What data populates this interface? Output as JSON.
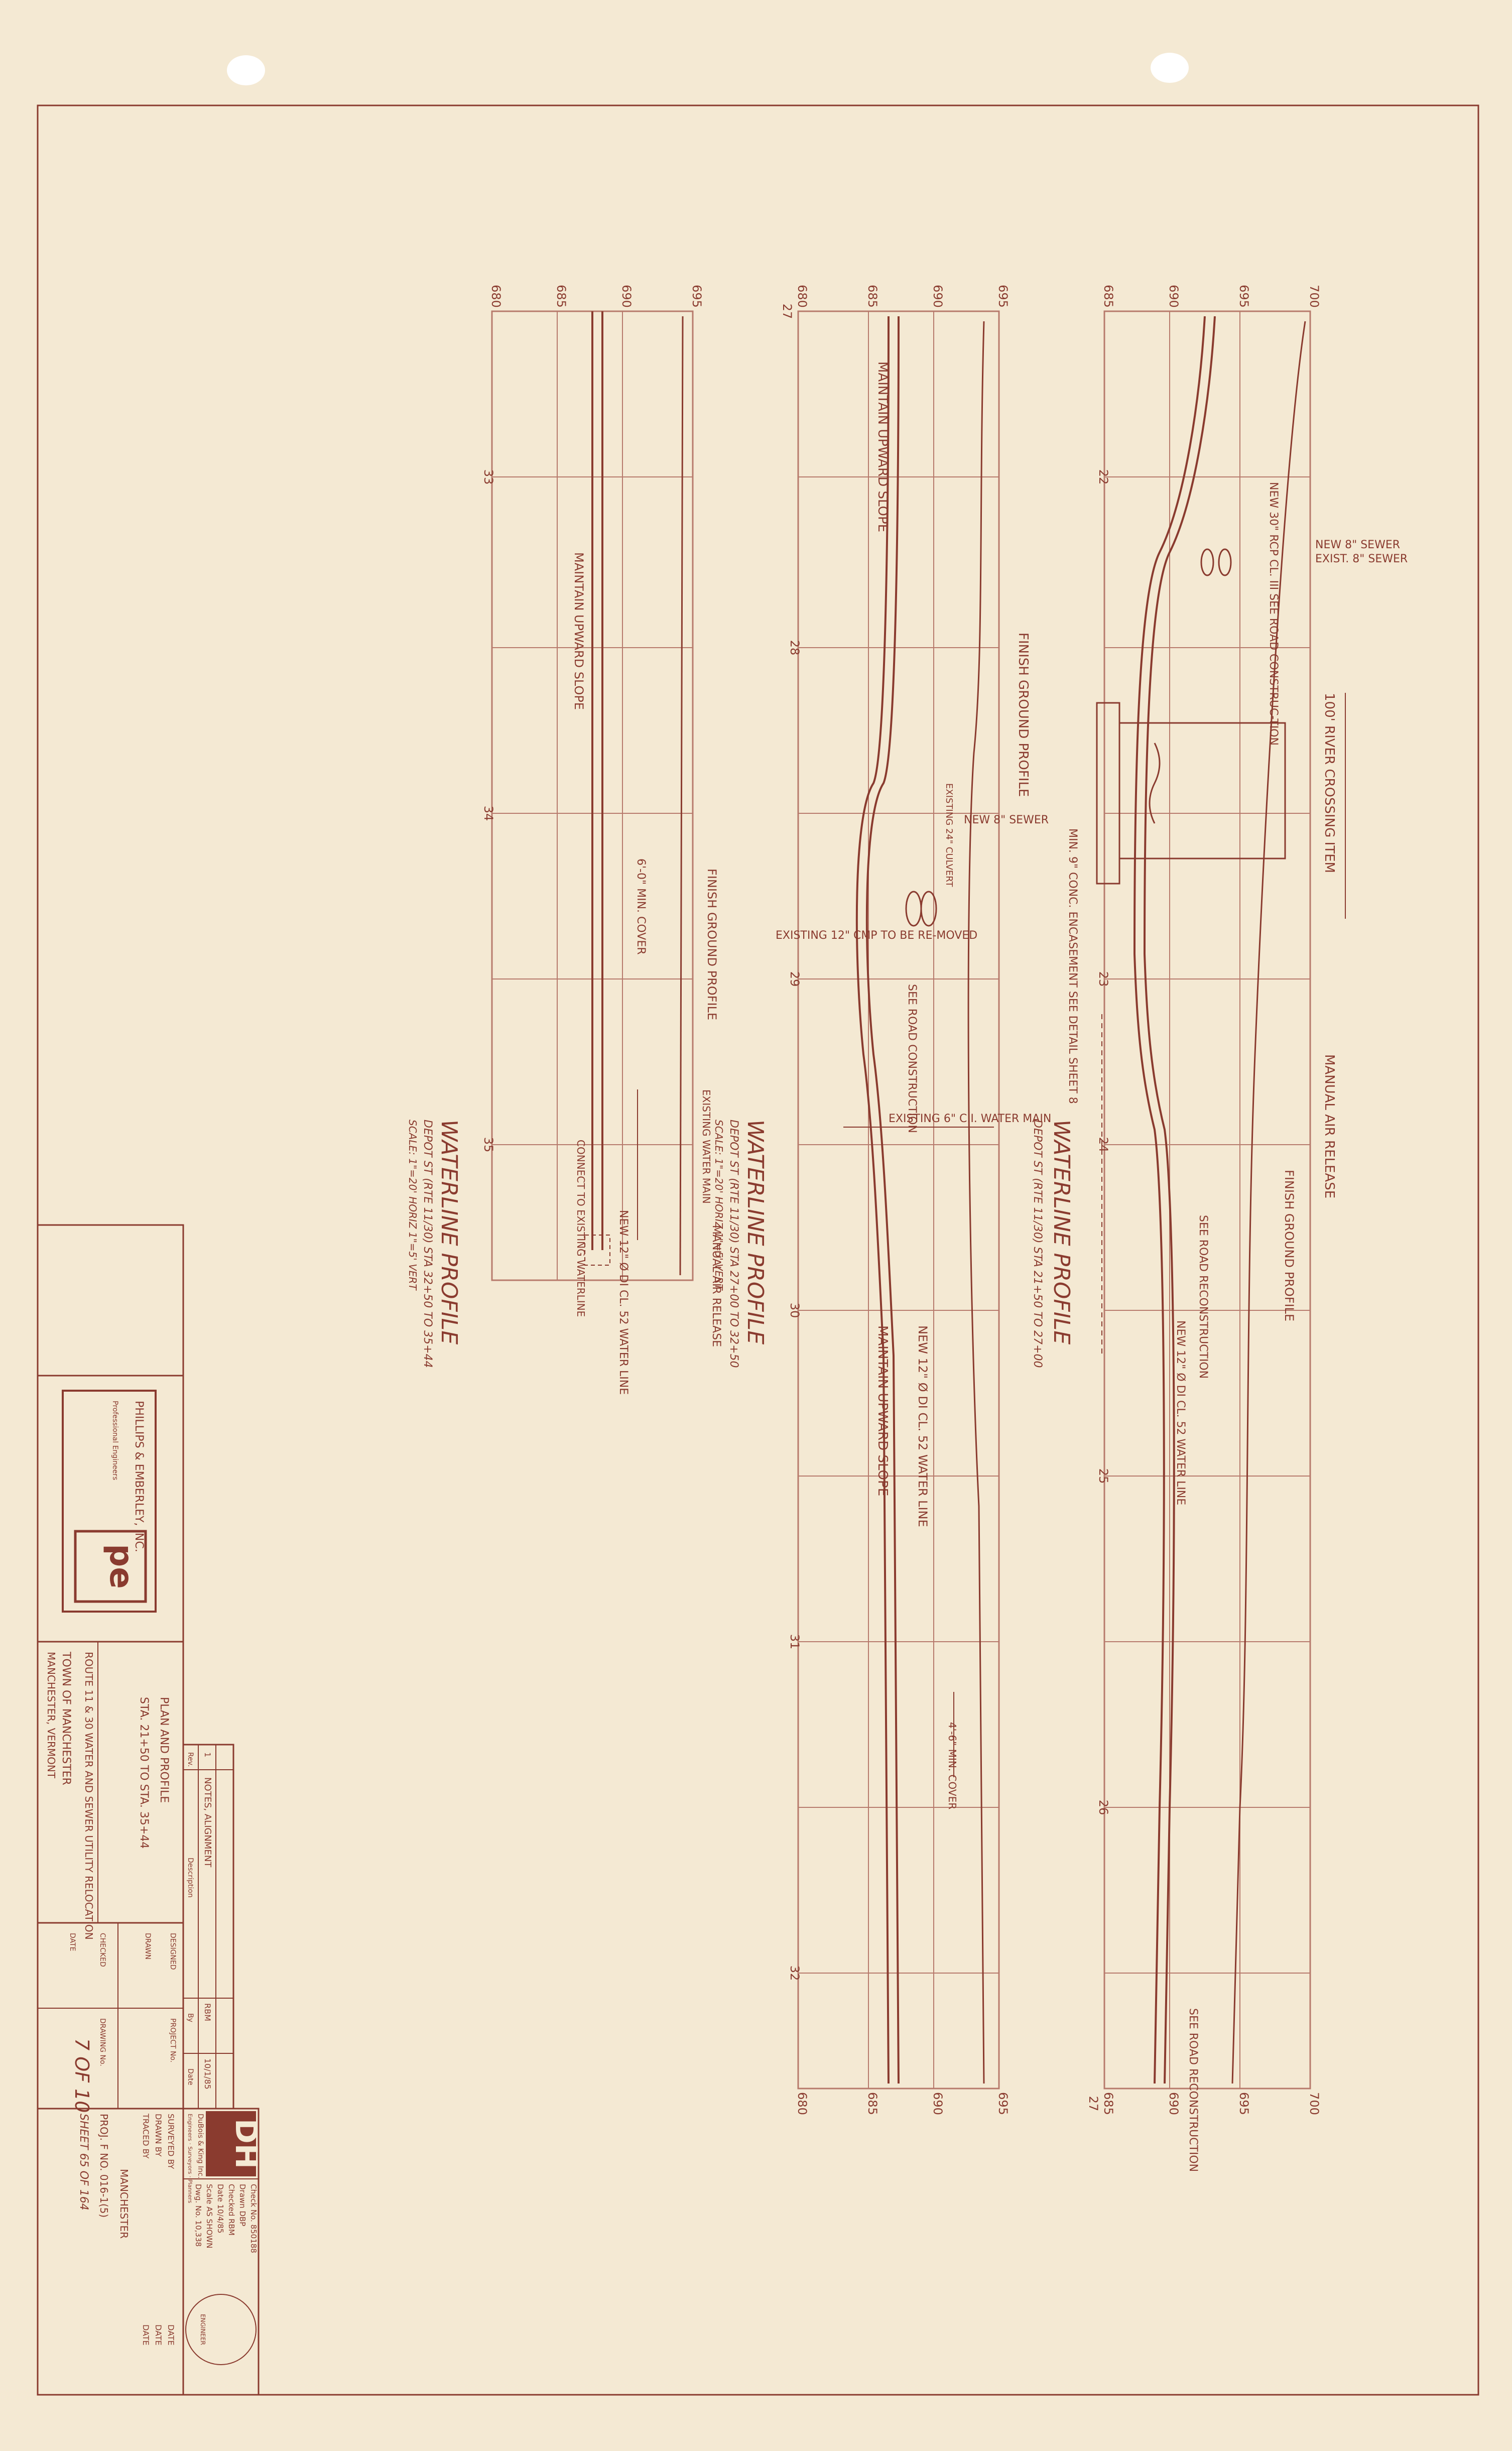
{
  "colors": {
    "paper": "#f4e9d3",
    "ink": "#8a3b2f",
    "grid": "#b77a6c"
  },
  "profiles": [
    {
      "title": "WATERLINE PROFILE",
      "subtitle": "DEPOT ST (RTE 11/30) STA 21+50 TO 27+00",
      "elevations": [
        "700",
        "695",
        "690",
        "685"
      ],
      "elevations_right": [
        "700",
        "695",
        "690",
        "685"
      ],
      "stations": [
        "22",
        "23",
        "24",
        "25",
        "26"
      ],
      "station_start": "27",
      "notes": [
        "NEW 8\" SEWER",
        "EXIST. 8\" SEWER",
        "NEW 30\" RCP CL. III SEE ROAD CONSTRUC-TION",
        "100' RIVER CROSSING ITEM",
        "MIN. 9\" CONC. ENCASEMENT SEE DETAIL SHEET 8",
        "MANUAL AIR RELEASE",
        "FINISH GROUND PROFILE",
        "NEW 12\" Ø DI CL. 52 WATER LINE",
        "SEE ROAD RECONSTRUCTION",
        "SEE ROAD RECONSTRUCTION"
      ]
    },
    {
      "title": "WATERLINE PROFILE",
      "subtitle": "DEPOT ST (RTE 11/30) STA 27+00 TO 32+50",
      "scale": "SCALE: 1\"=20' HORIZ 1\"=5' VERT",
      "elevations": [
        "695",
        "690",
        "685",
        "680"
      ],
      "stations": [
        "28",
        "29",
        "30",
        "31",
        "32"
      ],
      "station_start": "27",
      "notes": [
        "MAINTAIN UPWARD SLOPE",
        "FINISH GROUND PROFILE",
        "NEW 8\" SEWER",
        "EXISTING 24\" CULVERT",
        "EXISTING 12\" CMP TO BE RE-MOVED",
        "SEE ROAD CONSTRUCTION",
        "EXISTING 6\" C.I. WATER MAIN",
        "MANUAL AIR RELEASE",
        "NEW 12\" Ø DI CL. 52 WATER LINE",
        "MAINTAIN UPWARD SLOPE",
        "4'-6\" MIN. COVER"
      ]
    },
    {
      "title": "WATERLINE PROFILE",
      "subtitle": "DEPOT ST (RTE 11/30) STA 32+50 TO 35+44",
      "scale": "SCALE: 1\"=20' HORIZ 1\"=5' VERT",
      "elevations": [
        "695",
        "690",
        "685",
        "680"
      ],
      "stations": [
        "33",
        "34",
        "35"
      ],
      "notes": [
        "MAINTAIN UPWARD SLOPE",
        "FINISH GROUND PROFILE",
        "6'-0\" MIN. COVER",
        "EXISTING WATER MAIN",
        "CONNECT TO EXISTING WATERLINE",
        "NEW 12\" Ø DI CL. 52 WATER LINE"
      ]
    }
  ],
  "titleblock": {
    "firm_name": "PHILLIPS & EMBERLEY, INC.",
    "firm_tag": "Professional Engineers",
    "firm_logo": "pe",
    "sheet_title": "PLAN AND PROFILE",
    "station_range": "STA. 21+50 TO STA. 35+44",
    "project": "ROUTE 11 & 30 WATER AND SEWER UTILITY RELOCATION",
    "town": "TOWN OF MANCHESTER",
    "location": "MANCHESTER, VERMONT",
    "labels": {
      "designed": "DESIGNED",
      "drawn": "DRAWN",
      "checked": "CHECKED",
      "date": "DATE",
      "project_no": "PROJECT No.",
      "drawing_no": "DRAWING No."
    },
    "drawing_no": "7 OF 10",
    "revision_headers": {
      "rev": "Rev.",
      "description": "Description",
      "by": "By",
      "date": "Date"
    },
    "revision": {
      "rev": "1",
      "description": "NOTES, ALIGNMENT",
      "by": "RBM",
      "date": "10/1/85"
    }
  },
  "dh_block": {
    "logo": "DH",
    "firm": "DuBois & King Inc.",
    "address": "Engineers · Surveyors · Planners",
    "check_no": "Check No. 850188",
    "drawn": "Drawn DBP",
    "checked": "Checked RBM",
    "date": "Date 10/4/85",
    "scale": "Scale AS SHOWN",
    "dwg_no": "Dwg. No. 10,338",
    "surveyed_by": "SURVEYED BY",
    "drawn_by": "DRAWN BY",
    "traced_by": "TRACED BY",
    "date_label": "DATE",
    "project_town": "MANCHESTER",
    "proj": "PROJ. F  NO. 016-1(5)",
    "sheet": "SHEET 65 OF 164",
    "seal": "ENGINEER"
  }
}
